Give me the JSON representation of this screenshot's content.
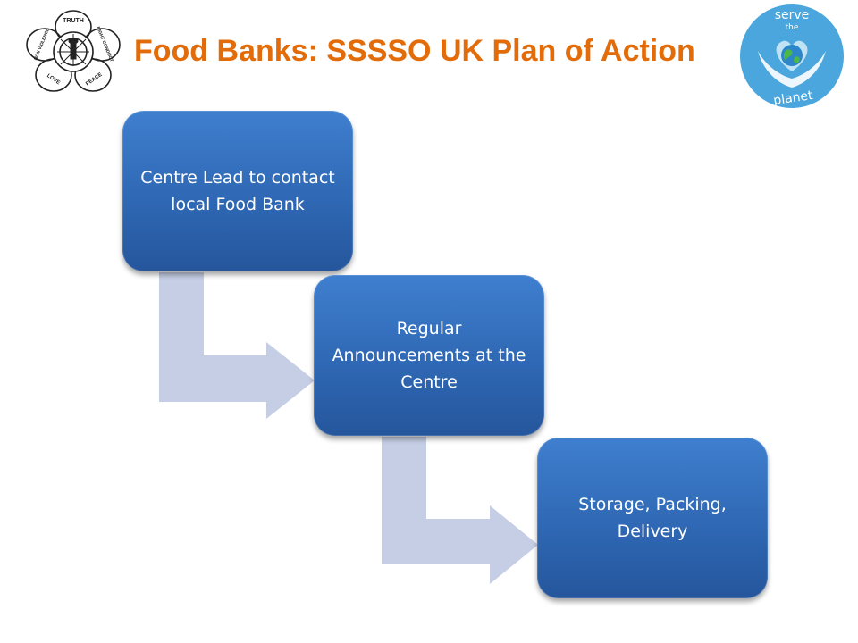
{
  "slide": {
    "title": "Food Banks: SSSSO UK Plan of Action"
  },
  "logos": {
    "left": {
      "icon": "ssso-lotus-emblem-icon",
      "petal_words": [
        "TRUTH",
        "RIGHT CONDUCT",
        "PEACE",
        "LOVE",
        "NON VIOLENCE"
      ]
    },
    "right": {
      "icon": "serve-the-planet-icon",
      "lines": [
        "serve",
        "the",
        "planet"
      ]
    }
  },
  "diagram": {
    "steps": [
      {
        "label": "Centre Lead to contact local Food Bank"
      },
      {
        "label": "Regular Announcements at the Centre"
      },
      {
        "label": "Storage, Packing, Delivery"
      }
    ]
  },
  "colors": {
    "title": "#e36c0a",
    "box": "#3273c4",
    "arrow": "#c5cee4",
    "logo_blue": "#4aa6dc"
  }
}
